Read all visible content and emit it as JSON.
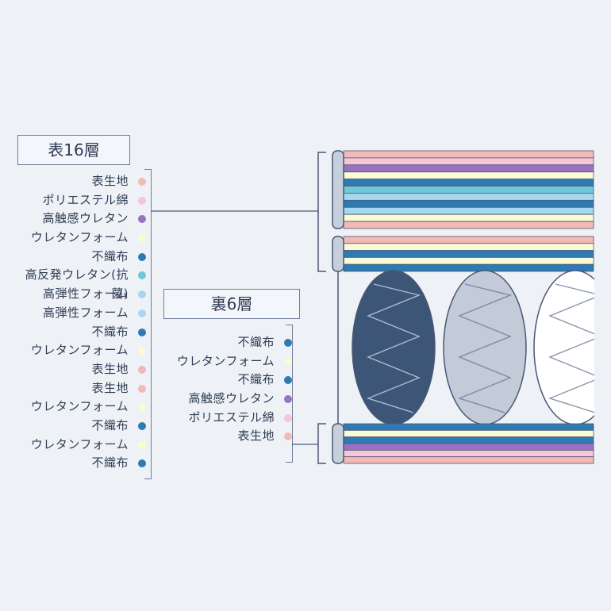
{
  "top_section": {
    "title": "表16層",
    "layers": [
      {
        "label": "表生地",
        "color": "#f3b9b5"
      },
      {
        "label": "ポリエステル綿",
        "color": "#f6c5d6"
      },
      {
        "label": "高触感ウレタン",
        "color": "#9a72c4"
      },
      {
        "label": "ウレタンフォーム",
        "color": "#fafad5"
      },
      {
        "label": "不織布",
        "color": "#2e7bb4"
      },
      {
        "label": "高反発ウレタン(抗菌)",
        "color": "#6fc8d8"
      },
      {
        "label": "高弾性フォーム",
        "color": "#a6d8f0"
      },
      {
        "label": "高弾性フォーム",
        "color": "#a6d8f0"
      },
      {
        "label": "不織布",
        "color": "#2e7bb4"
      },
      {
        "label": "ウレタンフォーム",
        "color": "#fafad5"
      },
      {
        "label": "表生地",
        "color": "#f3b9b5"
      },
      {
        "label": "表生地",
        "color": "#f3b9b5"
      },
      {
        "label": "ウレタンフォーム",
        "color": "#fafad5"
      },
      {
        "label": "不織布",
        "color": "#2e7bb4"
      },
      {
        "label": "ウレタンフォーム",
        "color": "#fafad5"
      },
      {
        "label": "不織布",
        "color": "#2e7bb4"
      }
    ]
  },
  "bottom_section": {
    "title": "裏6層",
    "layers": [
      {
        "label": "不織布",
        "color": "#2e7bb4"
      },
      {
        "label": "ウレタンフォーム",
        "color": "#fafad5"
      },
      {
        "label": "不織布",
        "color": "#2e7bb4"
      },
      {
        "label": "高触感ウレタン",
        "color": "#9a72c4"
      },
      {
        "label": "ポリエステル綿",
        "color": "#f6c5d6"
      },
      {
        "label": "表生地",
        "color": "#f3b9b5"
      }
    ]
  },
  "cross_section": {
    "upper_stripes": [
      "#f3b9b5",
      "#f6c5d6",
      "#9a72c4",
      "#fafad5",
      "#2e7bb4",
      "#6fc8d8",
      "#a6d8f0",
      "#2e7bb4",
      "#a6d8f0",
      "#fafad5",
      "#f3b9b5"
    ],
    "middle_stripes": [
      "#f3b9b5",
      "#fafad5",
      "#2e7bb4",
      "#fafad5",
      "#2e7bb4"
    ],
    "lower_stripes": [
      "#2e7bb4",
      "#fafad5",
      "#2e7bb4",
      "#9a72c4",
      "#f6c5d6",
      "#f3b9b5"
    ],
    "springs": [
      {
        "fill": "#3d5677",
        "coil": "#aebad0"
      },
      {
        "fill": "#c3cbd8",
        "coil": "#7e8aa0"
      },
      {
        "fill": "#ffffff",
        "coil": "#8a95a8"
      }
    ]
  }
}
